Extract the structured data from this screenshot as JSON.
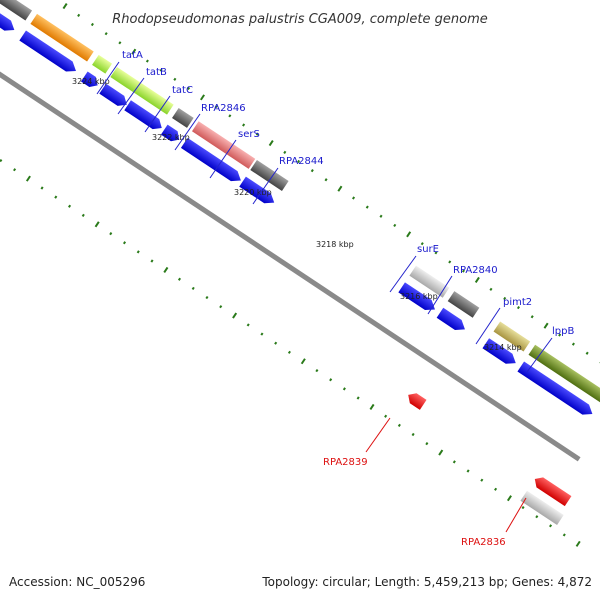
{
  "title": "Rhodopseudomonas palustris CGA009, complete genome",
  "footer": {
    "accession": "Accession: NC_005296",
    "summary": "Topology: circular; Length: 5,459,213 bp; Genes: 4,872"
  },
  "colors": {
    "cds_blue": "#1010e6",
    "label_blue": "#1a1acc",
    "label_red": "#dd1111",
    "tick_green": "#2a7a1a",
    "backbone": "#8a8a8a"
  },
  "kbp_labels": [
    "3224 kbp",
    "3222 kbp",
    "3220 kbp",
    "3218 kbp",
    "3216 kbp",
    "3214 kbp"
  ],
  "gene_labels": [
    "tatA",
    "tatB",
    "tatC",
    "RPA2846",
    "serS",
    "RPA2844",
    "surE",
    "RPA2840",
    "pimt2",
    "lppB"
  ],
  "reverse_gene_labels": [
    "RPA2839",
    "RPA2836"
  ]
}
